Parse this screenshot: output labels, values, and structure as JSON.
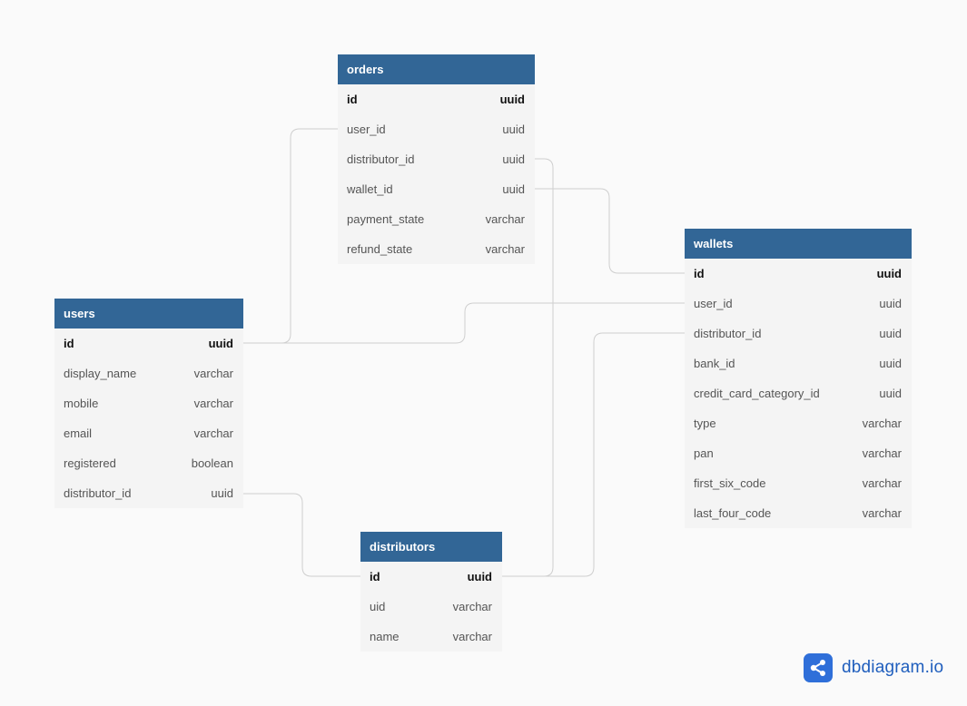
{
  "tables": {
    "orders": {
      "name": "orders",
      "fields": [
        {
          "name": "id",
          "type": "uuid"
        },
        {
          "name": "user_id",
          "type": "uuid"
        },
        {
          "name": "distributor_id",
          "type": "uuid"
        },
        {
          "name": "wallet_id",
          "type": "uuid"
        },
        {
          "name": "payment_state",
          "type": "varchar"
        },
        {
          "name": "refund_state",
          "type": "varchar"
        }
      ]
    },
    "users": {
      "name": "users",
      "fields": [
        {
          "name": "id",
          "type": "uuid"
        },
        {
          "name": "display_name",
          "type": "varchar"
        },
        {
          "name": "mobile",
          "type": "varchar"
        },
        {
          "name": "email",
          "type": "varchar"
        },
        {
          "name": "registered",
          "type": "boolean"
        },
        {
          "name": "distributor_id",
          "type": "uuid"
        }
      ]
    },
    "distributors": {
      "name": "distributors",
      "fields": [
        {
          "name": "id",
          "type": "uuid"
        },
        {
          "name": "uid",
          "type": "varchar"
        },
        {
          "name": "name",
          "type": "varchar"
        }
      ]
    },
    "wallets": {
      "name": "wallets",
      "fields": [
        {
          "name": "id",
          "type": "uuid"
        },
        {
          "name": "user_id",
          "type": "uuid"
        },
        {
          "name": "distributor_id",
          "type": "uuid"
        },
        {
          "name": "bank_id",
          "type": "uuid"
        },
        {
          "name": "credit_card_category_id",
          "type": "uuid"
        },
        {
          "name": "type",
          "type": "varchar"
        },
        {
          "name": "pan",
          "type": "varchar"
        },
        {
          "name": "first_six_code",
          "type": "varchar"
        },
        {
          "name": "last_four_code",
          "type": "varchar"
        }
      ]
    }
  },
  "brand": {
    "text": "dbdiagram.io",
    "icon": "share-nodes-icon"
  },
  "colors": {
    "header": "#326696",
    "body": "#f4f4f4",
    "connector": "#cfcfcf",
    "brand": "#2f6fd9"
  }
}
